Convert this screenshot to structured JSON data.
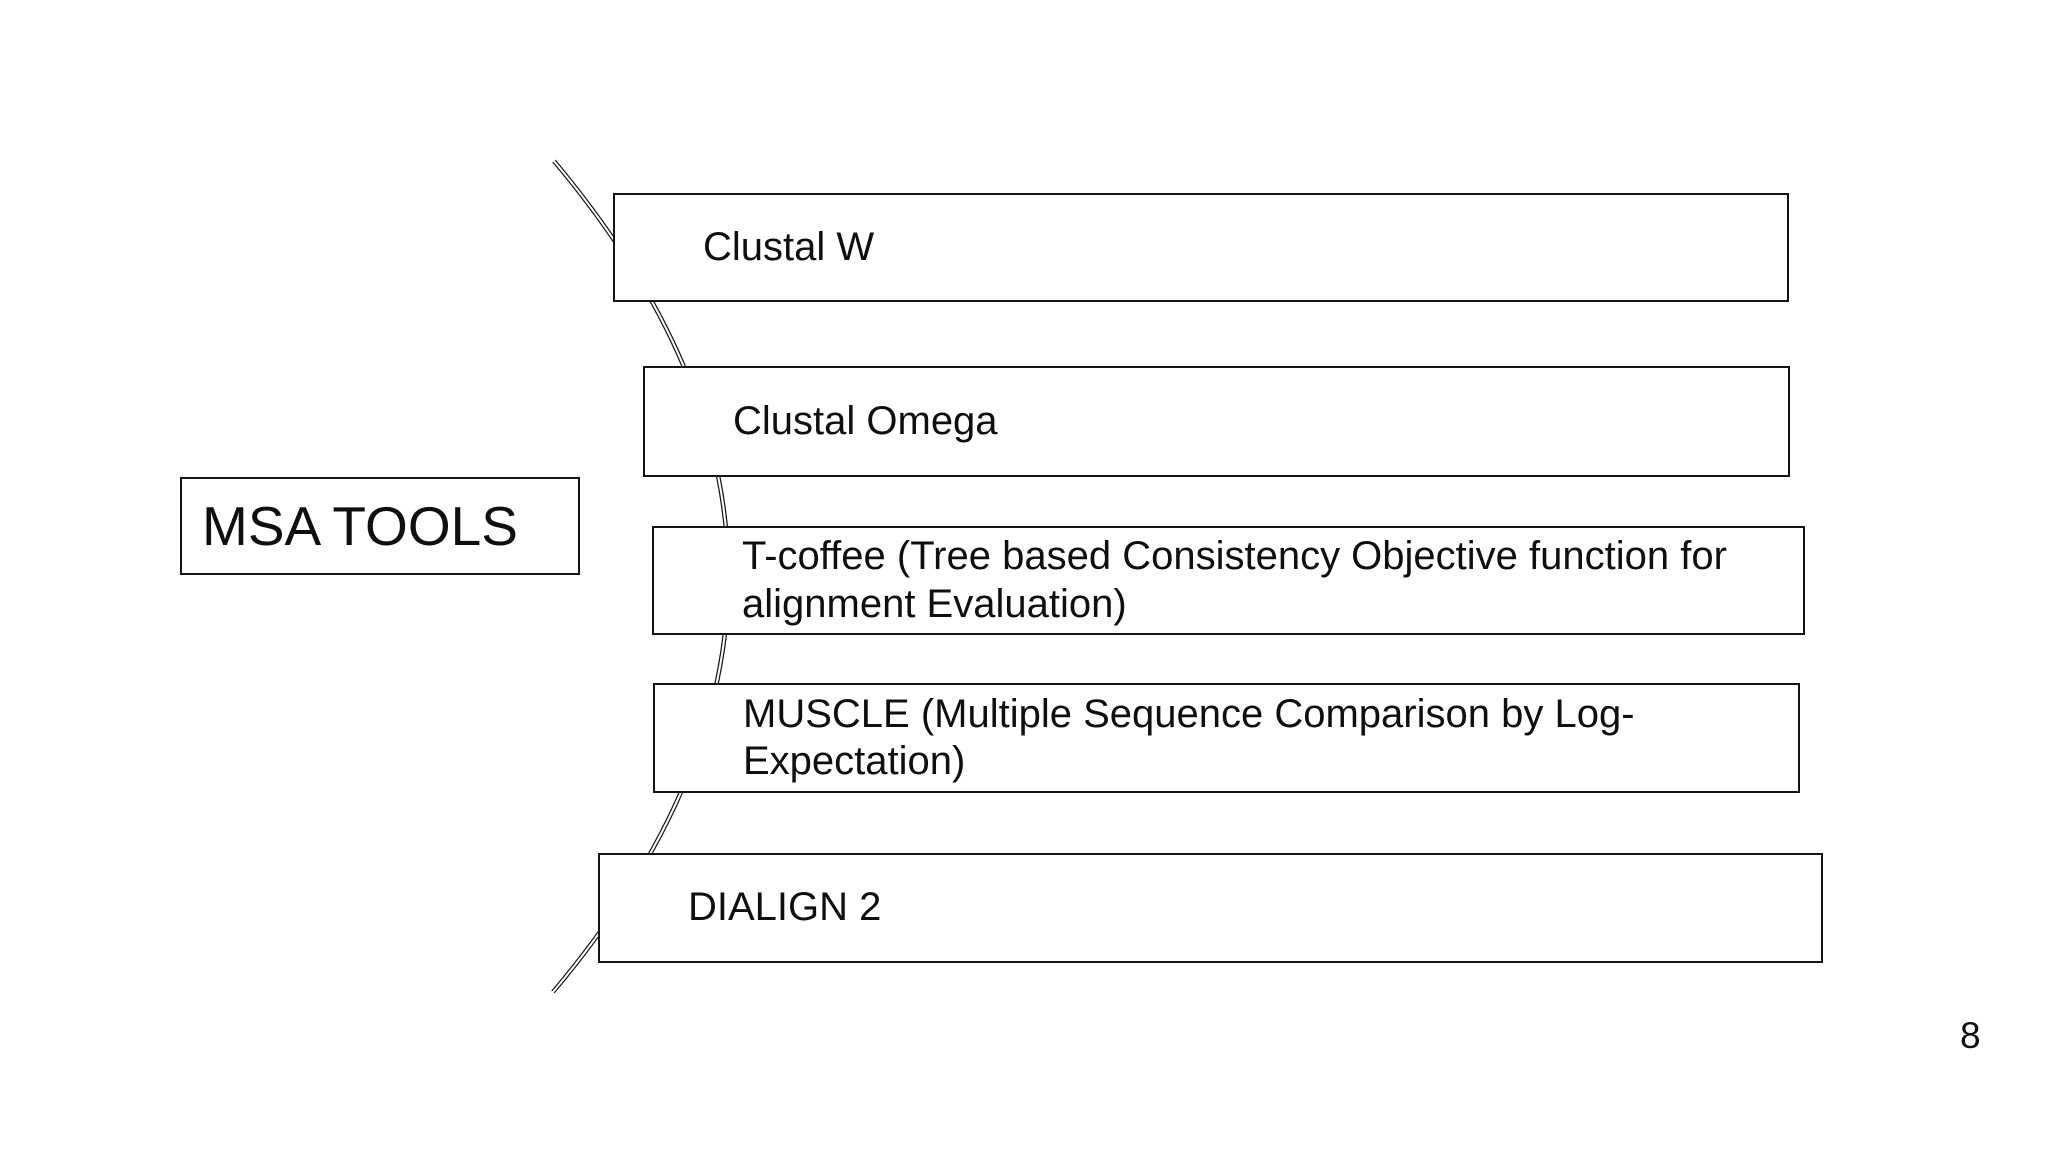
{
  "slide": {
    "title": "MSA TOOLS",
    "tools": [
      "Clustal W",
      "Clustal Omega",
      "T-coffee (Tree based Consistency Objective function for\nalignment Evaluation)",
      "MUSCLE (Multiple Sequence Comparison by Log-Expectation)",
      "DIALIGN 2"
    ],
    "page_number": "8",
    "colors": {
      "ink": "#141414",
      "background": "#ffffff"
    }
  }
}
